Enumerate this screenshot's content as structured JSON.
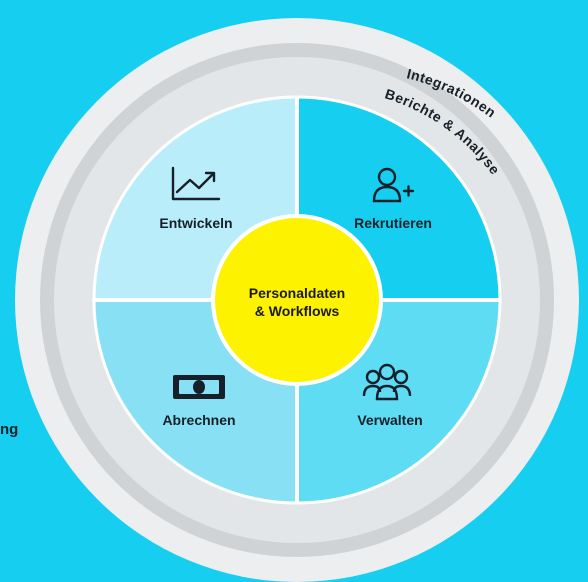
{
  "rings": {
    "outer_label": "Integrationen",
    "inner_label": "Berichte & Analyse"
  },
  "center": {
    "line1": "Personaldaten",
    "line2": "& Workflows"
  },
  "quadrants": {
    "top_left": "Entwickeln",
    "top_right": "Rekrutieren",
    "bottom_left": "Abrechnen",
    "bottom_right": "Verwalten"
  },
  "side_text": "ng",
  "colors": {
    "background": "#16cff0",
    "outer_ring": "#eceeef",
    "middle_ring": "#cfd3d6",
    "quadrant_top_left": "#b9edf9",
    "quadrant_top_right": "#16cff0",
    "quadrant_bottom_left": "#87e0f4",
    "quadrant_bottom_right": "#5ddcf4",
    "center": "#fdf200"
  },
  "icons": {
    "top_left": "trend-chart-icon",
    "top_right": "add-user-icon",
    "bottom_left": "banknote-icon",
    "bottom_right": "people-group-icon"
  }
}
